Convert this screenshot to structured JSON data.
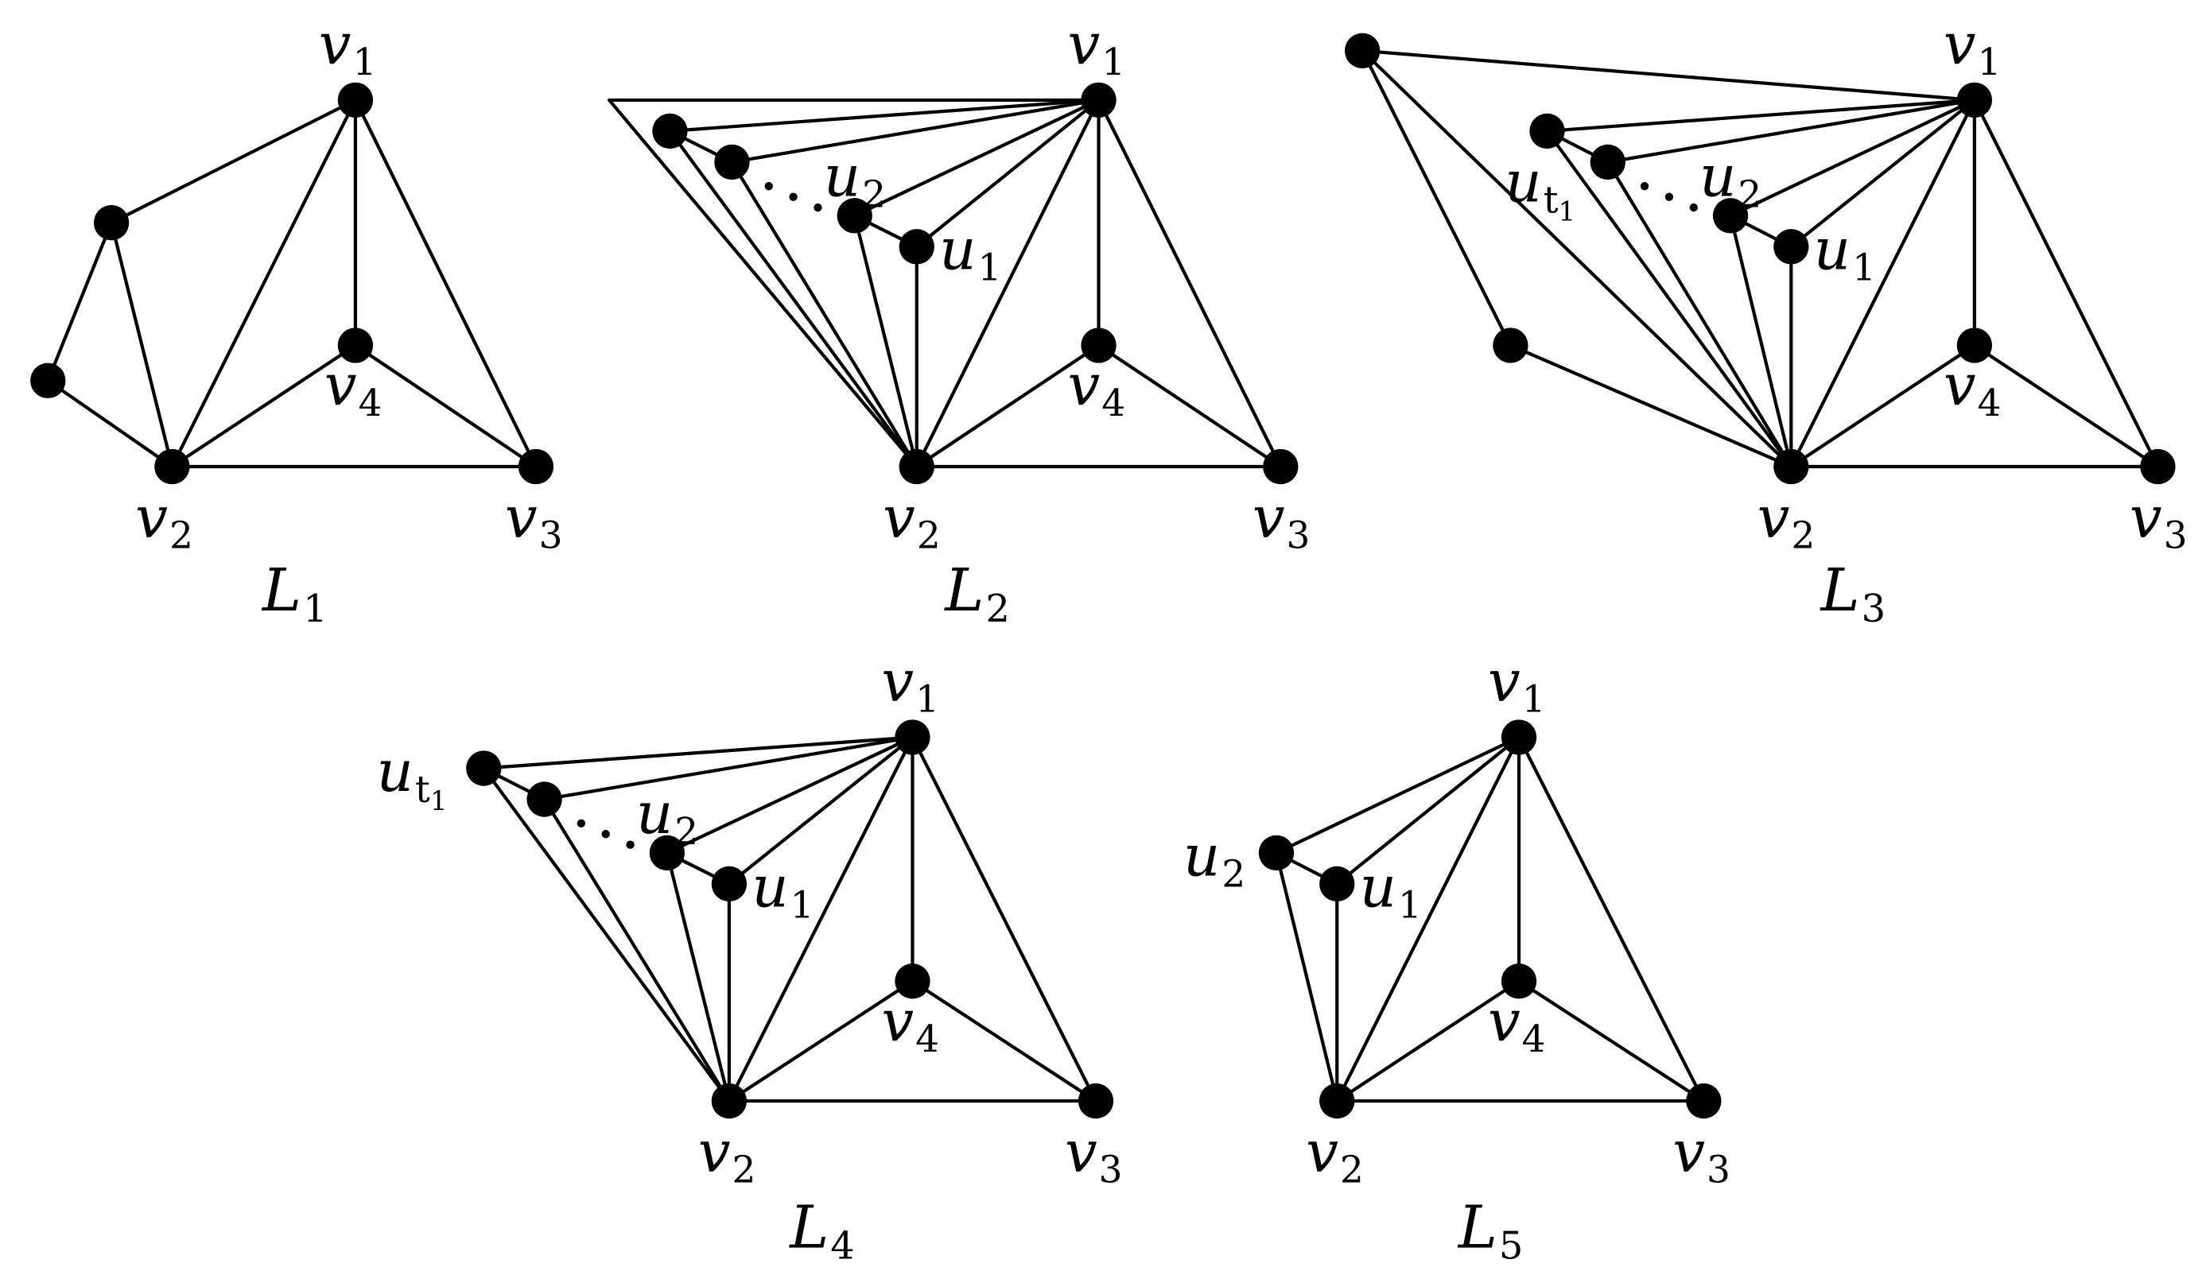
{
  "figure": {
    "style": {
      "ink": "#000000",
      "background": "#ffffff"
    },
    "graphs": [
      {
        "id": "L1",
        "caption": {
          "base": "L",
          "sub": "1"
        },
        "vertices": [
          {
            "id": "v1",
            "label": {
              "base": "v",
              "sub": "1"
            }
          },
          {
            "id": "v2",
            "label": {
              "base": "v",
              "sub": "2"
            }
          },
          {
            "id": "v3",
            "label": {
              "base": "v",
              "sub": "3"
            }
          },
          {
            "id": "v4",
            "label": {
              "base": "v",
              "sub": "4"
            }
          },
          {
            "id": "a"
          },
          {
            "id": "b"
          }
        ],
        "edges": [
          [
            "v1",
            "v2"
          ],
          [
            "v1",
            "v3"
          ],
          [
            "v1",
            "v4"
          ],
          [
            "v2",
            "v3"
          ],
          [
            "v2",
            "v4"
          ],
          [
            "v3",
            "v4"
          ],
          [
            "a",
            "v1"
          ],
          [
            "a",
            "b"
          ],
          [
            "a",
            "v2"
          ],
          [
            "b",
            "v2"
          ]
        ]
      },
      {
        "id": "L2",
        "caption": {
          "base": "L",
          "sub": "2"
        },
        "vertices": [
          {
            "id": "v1",
            "label": {
              "base": "v",
              "sub": "1"
            }
          },
          {
            "id": "v2",
            "label": {
              "base": "v",
              "sub": "2"
            }
          },
          {
            "id": "v3",
            "label": {
              "base": "v",
              "sub": "3"
            }
          },
          {
            "id": "v4",
            "label": {
              "base": "v",
              "sub": "4"
            }
          },
          {
            "id": "u1",
            "label": {
              "base": "u",
              "sub": "1"
            }
          },
          {
            "id": "u2",
            "label": {
              "base": "u",
              "sub": "2"
            }
          },
          {
            "id": "p"
          },
          {
            "id": "q"
          }
        ],
        "edges": [
          [
            "v1",
            "v2"
          ],
          [
            "v1",
            "v3"
          ],
          [
            "v1",
            "v4"
          ],
          [
            "v2",
            "v3"
          ],
          [
            "v2",
            "v4"
          ],
          [
            "v3",
            "v4"
          ],
          [
            "u1",
            "v1"
          ],
          [
            "u1",
            "v2"
          ],
          [
            "u1",
            "u2"
          ],
          [
            "u2",
            "v1"
          ],
          [
            "u2",
            "v2"
          ],
          [
            "p",
            "v1"
          ],
          [
            "p",
            "v2"
          ],
          [
            "q",
            "v1"
          ],
          [
            "q",
            "v2"
          ],
          [
            "p",
            "q"
          ]
        ],
        "open_fan": {
          "from": "v1",
          "to": "v2"
        },
        "ellipsis": {
          "between": [
            "q",
            "u2"
          ]
        }
      },
      {
        "id": "L3",
        "caption": {
          "base": "L",
          "sub": "3"
        },
        "vertices": [
          {
            "id": "v1",
            "label": {
              "base": "v",
              "sub": "1"
            }
          },
          {
            "id": "v2",
            "label": {
              "base": "v",
              "sub": "2"
            }
          },
          {
            "id": "v3",
            "label": {
              "base": "v",
              "sub": "3"
            }
          },
          {
            "id": "v4",
            "label": {
              "base": "v",
              "sub": "4"
            }
          },
          {
            "id": "u1",
            "label": {
              "base": "u",
              "sub": "1"
            }
          },
          {
            "id": "u2",
            "label": {
              "base": "u",
              "sub": "2"
            }
          },
          {
            "id": "ut1",
            "label": {
              "base": "u",
              "sub": "t",
              "subsub": "1"
            }
          },
          {
            "id": "w"
          },
          {
            "id": "top"
          },
          {
            "id": "left"
          }
        ],
        "edges": [
          [
            "v1",
            "v2"
          ],
          [
            "v1",
            "v3"
          ],
          [
            "v1",
            "v4"
          ],
          [
            "v2",
            "v3"
          ],
          [
            "v2",
            "v4"
          ],
          [
            "v3",
            "v4"
          ],
          [
            "u1",
            "v1"
          ],
          [
            "u1",
            "v2"
          ],
          [
            "u1",
            "u2"
          ],
          [
            "u2",
            "v1"
          ],
          [
            "u2",
            "v2"
          ],
          [
            "ut1",
            "v1"
          ],
          [
            "ut1",
            "v2"
          ],
          [
            "ut1",
            "w"
          ],
          [
            "w",
            "v1"
          ],
          [
            "w",
            "v2"
          ],
          [
            "top",
            "v1"
          ],
          [
            "top",
            "v2"
          ],
          [
            "top",
            "left"
          ],
          [
            "left",
            "v2"
          ]
        ],
        "ellipsis": {
          "between": [
            "w",
            "u2"
          ]
        }
      },
      {
        "id": "L4",
        "caption": {
          "base": "L",
          "sub": "4"
        },
        "vertices": [
          {
            "id": "v1",
            "label": {
              "base": "v",
              "sub": "1"
            }
          },
          {
            "id": "v2",
            "label": {
              "base": "v",
              "sub": "2"
            }
          },
          {
            "id": "v3",
            "label": {
              "base": "v",
              "sub": "3"
            }
          },
          {
            "id": "v4",
            "label": {
              "base": "v",
              "sub": "4"
            }
          },
          {
            "id": "u1",
            "label": {
              "base": "u",
              "sub": "1"
            }
          },
          {
            "id": "u2",
            "label": {
              "base": "u",
              "sub": "2"
            }
          },
          {
            "id": "ut1",
            "label": {
              "base": "u",
              "sub": "t",
              "subsub": "1"
            }
          },
          {
            "id": "w"
          }
        ],
        "edges": [
          [
            "v1",
            "v2"
          ],
          [
            "v1",
            "v3"
          ],
          [
            "v1",
            "v4"
          ],
          [
            "v2",
            "v3"
          ],
          [
            "v2",
            "v4"
          ],
          [
            "v3",
            "v4"
          ],
          [
            "u1",
            "v1"
          ],
          [
            "u1",
            "v2"
          ],
          [
            "u1",
            "u2"
          ],
          [
            "u2",
            "v1"
          ],
          [
            "u2",
            "v2"
          ],
          [
            "ut1",
            "v1"
          ],
          [
            "ut1",
            "v2"
          ],
          [
            "ut1",
            "w"
          ],
          [
            "w",
            "v1"
          ],
          [
            "w",
            "v2"
          ]
        ],
        "ellipsis": {
          "between": [
            "w",
            "u2"
          ]
        }
      },
      {
        "id": "L5",
        "caption": {
          "base": "L",
          "sub": "5"
        },
        "vertices": [
          {
            "id": "v1",
            "label": {
              "base": "v",
              "sub": "1"
            }
          },
          {
            "id": "v2",
            "label": {
              "base": "v",
              "sub": "2"
            }
          },
          {
            "id": "v3",
            "label": {
              "base": "v",
              "sub": "3"
            }
          },
          {
            "id": "v4",
            "label": {
              "base": "v",
              "sub": "4"
            }
          },
          {
            "id": "u1",
            "label": {
              "base": "u",
              "sub": "1"
            }
          },
          {
            "id": "u2",
            "label": {
              "base": "u",
              "sub": "2"
            }
          }
        ],
        "edges": [
          [
            "v1",
            "v2"
          ],
          [
            "v1",
            "v3"
          ],
          [
            "v1",
            "v4"
          ],
          [
            "v2",
            "v3"
          ],
          [
            "v2",
            "v4"
          ],
          [
            "v3",
            "v4"
          ],
          [
            "u1",
            "v1"
          ],
          [
            "u1",
            "v2"
          ],
          [
            "u1",
            "u2"
          ],
          [
            "u2",
            "v1"
          ],
          [
            "u2",
            "v2"
          ]
        ]
      }
    ]
  }
}
